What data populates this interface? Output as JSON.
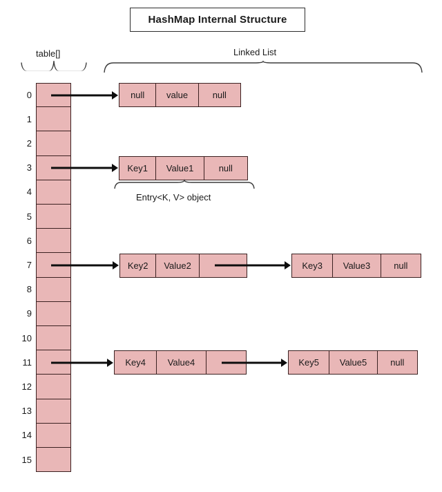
{
  "title": {
    "text": "HashMap Internal Structure"
  },
  "labels": {
    "table_label": "table[]",
    "linked_list_label": "Linked List",
    "entry_label": "Entry<K, V> object"
  },
  "colors": {
    "cell_fill": "#e9b7b7",
    "cell_border": "#3a2020",
    "arrow": "#0d0d0d",
    "brace": "#3c3c3c",
    "title_border": "#2b2b2b",
    "background": "#ffffff"
  },
  "bucket_array": {
    "indices": [
      "0",
      "1",
      "2",
      "3",
      "4",
      "5",
      "6",
      "7",
      "8",
      "9",
      "10",
      "11",
      "12",
      "13",
      "14",
      "15"
    ]
  },
  "chains": [
    {
      "bucket": "0",
      "nodes": [
        {
          "key": "null",
          "value": "value",
          "next": "null",
          "next_is_pointer": false
        }
      ]
    },
    {
      "bucket": "3",
      "nodes": [
        {
          "key": "Key1",
          "value": "Value1",
          "next": "null",
          "next_is_pointer": false
        }
      ]
    },
    {
      "bucket": "7",
      "nodes": [
        {
          "key": "Key2",
          "value": "Value2",
          "next": "",
          "next_is_pointer": true
        },
        {
          "key": "Key3",
          "value": "Value3",
          "next": "null",
          "next_is_pointer": false
        }
      ]
    },
    {
      "bucket": "11",
      "nodes": [
        {
          "key": "Key4",
          "value": "Value4",
          "next": "",
          "next_is_pointer": true
        },
        {
          "key": "Key5",
          "value": "Value5",
          "next": "null",
          "next_is_pointer": false
        }
      ]
    }
  ]
}
